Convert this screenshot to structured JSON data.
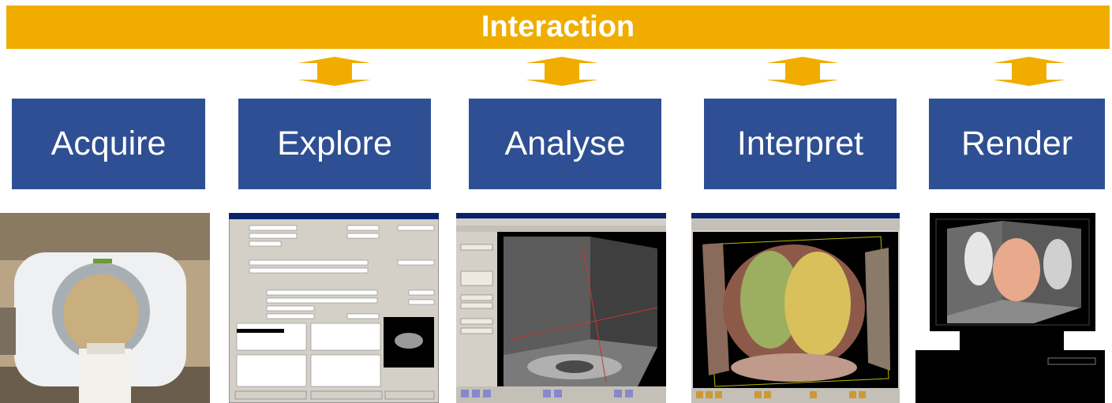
{
  "interaction_bar": {
    "label": "Interaction",
    "color": "#f0ad00"
  },
  "stages": [
    {
      "label": "Acquire"
    },
    {
      "label": "Explore"
    },
    {
      "label": "Analyse"
    },
    {
      "label": "Interpret"
    },
    {
      "label": "Render"
    }
  ],
  "colors": {
    "stage_box": "#2e4f93",
    "arrow": "#f0ad00",
    "text": "#ffffff"
  },
  "icons": [
    "double-arrow-icon"
  ],
  "images": [
    {
      "name": "ct-scanner-photo"
    },
    {
      "name": "dicom-browser-screenshot"
    },
    {
      "name": "slice-analysis-screenshot"
    },
    {
      "name": "3d-volume-render-screenshot"
    },
    {
      "name": "workstation-monitor-render"
    }
  ]
}
